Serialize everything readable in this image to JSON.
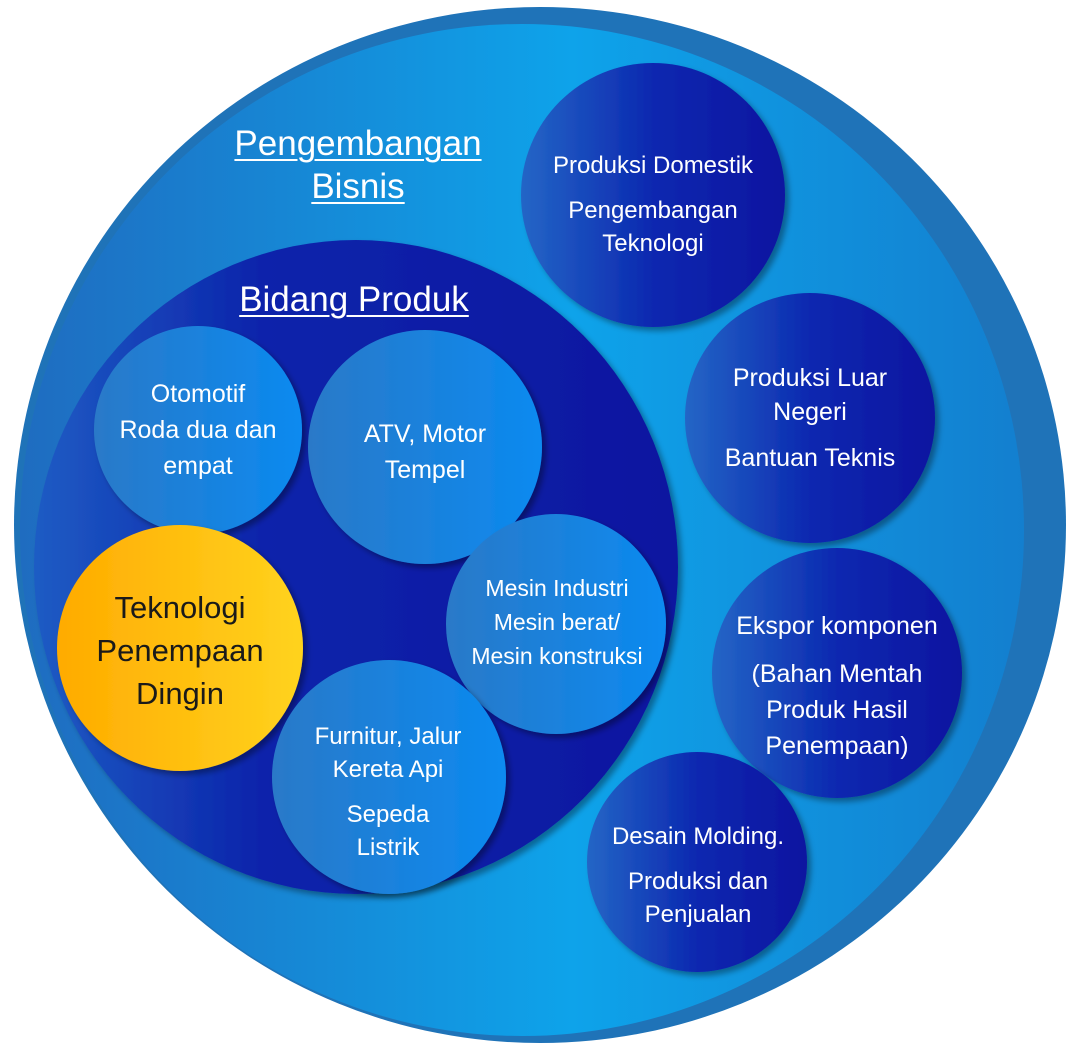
{
  "outer_title": {
    "line1": "Pengembangan",
    "line2": "Bisnis"
  },
  "inner_title": "Bidang Produk",
  "inner_bubbles": {
    "otomotif": {
      "lines": [
        "Otomotif",
        "Roda dua dan",
        "empat"
      ]
    },
    "atv": {
      "lines": [
        "ATV, Motor",
        "Tempel"
      ]
    },
    "core": {
      "lines": [
        "Teknologi",
        "Penempaan",
        "Dingin"
      ]
    },
    "mesin": {
      "lines": [
        "Mesin Industri",
        "Mesin berat/",
        "Mesin konstruksi"
      ]
    },
    "furnitur": {
      "lines": [
        "Furnitur, Jalur",
        "Kereta Api",
        "Sepeda",
        "Listrik"
      ]
    }
  },
  "outer_bubbles": {
    "domestik": {
      "lines": [
        "Produksi Domestik",
        "Pengembangan",
        "Teknologi"
      ]
    },
    "luar_negeri": {
      "lines": [
        "Produksi Luar",
        "Negeri",
        "Bantuan Teknis"
      ]
    },
    "ekspor": {
      "lines": [
        "Ekspor komponen",
        "(Bahan Mentah",
        "Produk Hasil",
        "Penempaan)"
      ]
    },
    "molding": {
      "lines": [
        "Desain Molding.",
        "Produksi dan",
        "Penjualan"
      ]
    }
  },
  "colors": {
    "outer_ring": "#1f73b8",
    "outer_fill": "#0d8fe0",
    "inner_fill": "#0a1fa8",
    "light_bubble": "#1187e6",
    "dark_bubble": "#0b1ca6",
    "core_bubble": "#ffc21a"
  }
}
